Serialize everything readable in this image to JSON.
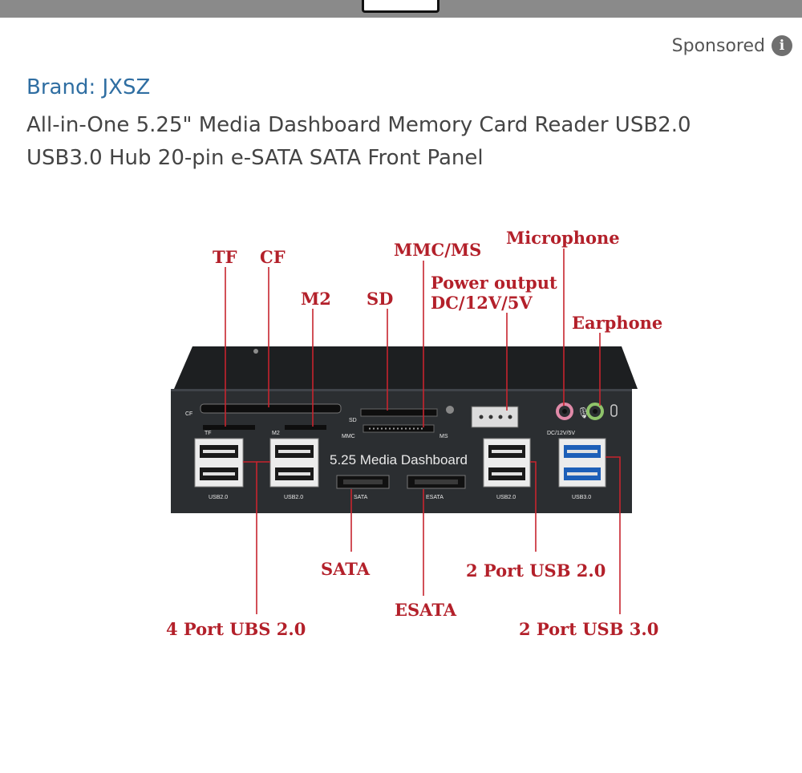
{
  "header": {
    "sponsored_label": "Sponsored",
    "info_icon": "info-icon"
  },
  "product": {
    "brand": "Brand: JXSZ",
    "title": "All-in-One 5.25\" Media Dashboard Memory Card Reader USB2.0 USB3.0 Hub 20-pin e-SATA SATA Front Panel"
  },
  "image": {
    "callouts": {
      "tf": "TF",
      "cf": "CF",
      "m2": "M2",
      "sd": "SD",
      "mmc_ms": "MMC/MS",
      "power_line1": "Power output",
      "power_line2": "DC/12V/5V",
      "microphone": "Microphone",
      "earphone": "Earphone",
      "sata": "SATA",
      "esata": "ESATA",
      "usb20_2port": "2 Port USB 2.0",
      "usb30_2port": "2 Port USB 3.0",
      "ubs20_4port": "4 Port UBS 2.0"
    },
    "panel": {
      "center_label": "5.25 Media Dashboard",
      "cf": "CF",
      "tf": "TF",
      "m2": "M2",
      "sd": "SD",
      "mmc": "MMC",
      "ms": "MS",
      "dc": "DC/12V/5V",
      "usb2_a": "USB2.0",
      "usb2_b": "USB2.0",
      "sata": "SATA",
      "esata": "ESATA",
      "usb2_c": "USB2.0",
      "usb3": "USB3.0"
    },
    "colors": {
      "callout": "#b3202a",
      "panel": "#2b2e31"
    }
  }
}
